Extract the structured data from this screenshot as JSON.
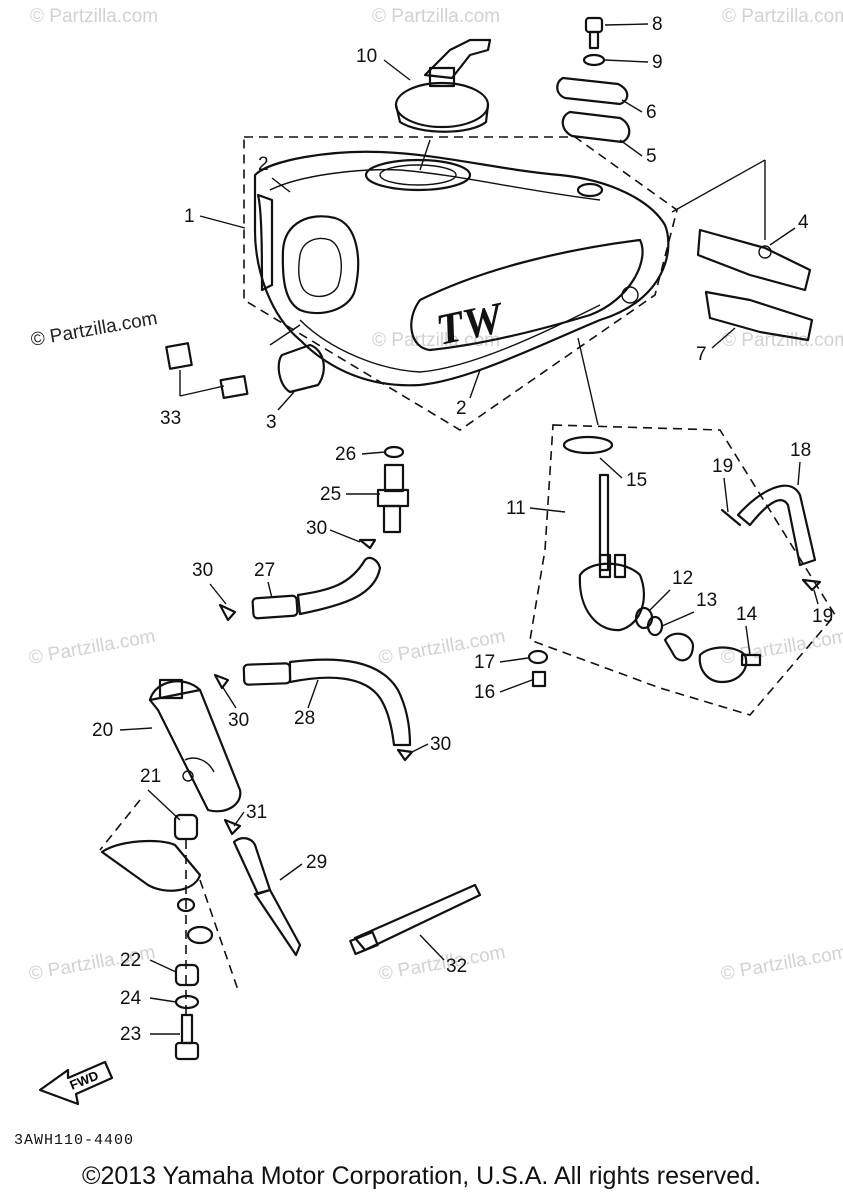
{
  "watermarks": [
    {
      "text": "© Partzilla.com",
      "style": "light"
    },
    {
      "text": "© Partzilla.com",
      "style": "light"
    },
    {
      "text": "© Partzilla.com",
      "style": "light"
    },
    {
      "text": "© Partzilla.com",
      "style": "dark"
    },
    {
      "text": "© Partzilla.com",
      "style": "light"
    },
    {
      "text": "© Partzilla.com",
      "style": "light"
    },
    {
      "text": "© Partzilla.com",
      "style": "light"
    },
    {
      "text": "© Partzilla.com",
      "style": "light"
    },
    {
      "text": "© Partzilla.com",
      "style": "light"
    },
    {
      "text": "© Partzilla.com",
      "style": "light"
    },
    {
      "text": "© Partzilla.com",
      "style": "light"
    },
    {
      "text": "© Partzilla.com",
      "style": "light"
    }
  ],
  "tank_logo": "TW",
  "callouts": [
    "1",
    "2",
    "2",
    "3",
    "4",
    "5",
    "6",
    "7",
    "8",
    "9",
    "10",
    "11",
    "12",
    "13",
    "14",
    "15",
    "16",
    "17",
    "18",
    "19",
    "19",
    "20",
    "21",
    "22",
    "23",
    "24",
    "25",
    "26",
    "27",
    "28",
    "29",
    "30",
    "30",
    "30",
    "30",
    "31",
    "32",
    "33"
  ],
  "fwd_label": "FWD",
  "diagram_code": "3AWH110-4400",
  "copyright": "©2013 Yamaha Motor Corporation, U.S.A. All rights reserved."
}
